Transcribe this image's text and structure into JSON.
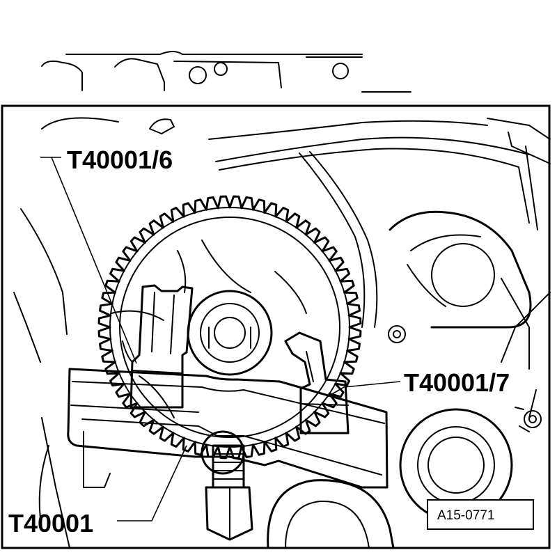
{
  "figure": {
    "reference_code": "A15-0771",
    "callouts": [
      {
        "id": "t40001-6",
        "text": "T40001/6"
      },
      {
        "id": "t40001-7",
        "text": "T40001/7"
      },
      {
        "id": "t40001",
        "text": "T40001"
      }
    ],
    "colors": {
      "line": "#000000",
      "background": "#ffffff"
    }
  }
}
